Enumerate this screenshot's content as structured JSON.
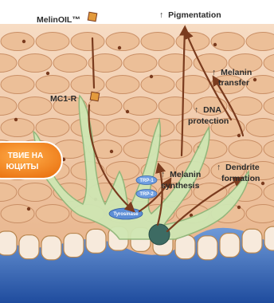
{
  "diagram": {
    "ingredient": "MelinOIL™",
    "receptor": "MC1-R",
    "effects": {
      "pigmentation": "Pigmentation",
      "melanin_transfer_1": "Melanin",
      "melanin_transfer_2": "transfer",
      "dna_protection_1": "DNA",
      "dna_protection_2": "protection",
      "dendrite_formation_1": "Dendrite",
      "dendrite_formation_2": "formation",
      "melanin_synthesis_1": "Melanin",
      "melanin_synthesis_2": "synthesis"
    },
    "enzymes": {
      "trp1": "TRP-1",
      "trp2": "TRP-2",
      "tyrosinase": "Tyrosinase"
    },
    "badge": {
      "line1": "ТВИЕ НА",
      "line2": "ЮЦИТЫ"
    },
    "arrow_glyph": "↑"
  },
  "colors": {
    "skin_top": "#f1c9a6",
    "skin_cell": "#e9b991",
    "cell_line": "#c98f66",
    "melanocyte": "#cfe6b3",
    "melanocyte_edge": "#8fb67a",
    "arrow": "#7a3b1e",
    "basal_cell": "#f6e7d8",
    "dermis": "#2f63b4",
    "badge": "#f08a1c",
    "enzyme": "#4f7fc4",
    "nucleus": "#3d6b63"
  }
}
